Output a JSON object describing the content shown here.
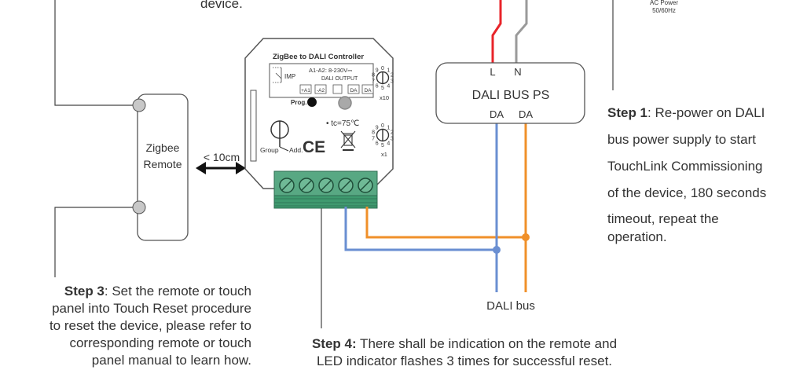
{
  "top_text": "device.",
  "ac_power": [
    "AC Power",
    "50/60Hz"
  ],
  "remote": {
    "line1": "Zigbee",
    "line2": "Remote"
  },
  "distance": "< 10cm",
  "controller": {
    "title": "ZigBee to DALI Controller",
    "imp": "IMP",
    "voltage": "A1-A2: 8-230V⎓",
    "dali_output": "DALI OUTPUT",
    "terminals": [
      "+A1",
      "-A2",
      "DA",
      "DA"
    ],
    "prog": "Prog.",
    "tc": "• tc=75℃",
    "group": "Group",
    "add": "Add.",
    "ce": "CE",
    "dial_top_label": "x10",
    "dial_bottom_label": "x1",
    "dial_digits": [
      "0",
      "1",
      "2",
      "3",
      "4",
      "5",
      "6",
      "7",
      "8",
      "9"
    ]
  },
  "psu": {
    "title": "DALI BUS PS",
    "l": "L",
    "n": "N",
    "da1": "DA",
    "da2": "DA"
  },
  "dali_bus": "DALI bus",
  "step1": {
    "label": "Step 1",
    "lines": [
      ": Re-power on DALI",
      "bus power supply to start",
      "TouchLink Commissioning",
      "of the device, 180 seconds",
      "timeout, repeat the",
      "operation."
    ]
  },
  "step3": {
    "label": "Step 3",
    "lines": [
      ": Set the remote or touch",
      "panel into Touch Reset procedure",
      "to reset the device, please refer to",
      "corresponding remote or touch",
      "panel manual to learn how."
    ]
  },
  "step4": {
    "label": "Step 4:",
    "lines": [
      " There shall be indication on the remote and",
      "LED indicator flashes 3 times for successful reset."
    ]
  },
  "colors": {
    "orange": "#f0902a",
    "blue": "#6a8fd2",
    "red": "#e8242a",
    "gray": "#9a9a9a",
    "terminal_green": "#3f9a6f"
  }
}
